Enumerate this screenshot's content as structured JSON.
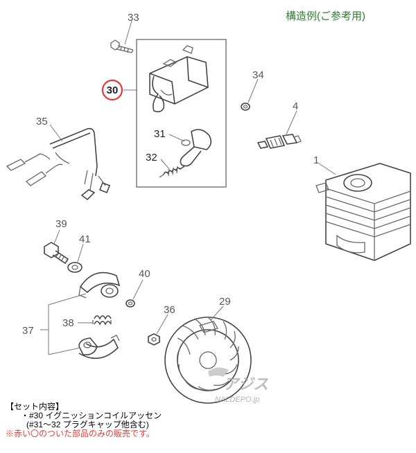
{
  "header": {
    "title": "構造例(ご参考用)"
  },
  "parts": {
    "p1": "1",
    "p4": "4",
    "p29": "29",
    "p30": "30",
    "p31": "31",
    "p32": "32",
    "p33": "33",
    "p34": "34",
    "p35": "35",
    "p36": "36",
    "p37": "37",
    "p38": "38",
    "p39": "39",
    "p40": "40",
    "p41": "41"
  },
  "set_info": {
    "title": "【セット内容】",
    "line1": "・#30 イグニッションコイルアッセン",
    "line2": "(#31～32 プラグキャップ他含む)",
    "note": "※赤い〇のついた部品のみの販売です。"
  },
  "watermark": {
    "logo": "アジス",
    "site": "NALDEPO.jp"
  },
  "colors": {
    "highlight": "#e53935",
    "heading": "#2e7d32",
    "line": "#666666"
  }
}
